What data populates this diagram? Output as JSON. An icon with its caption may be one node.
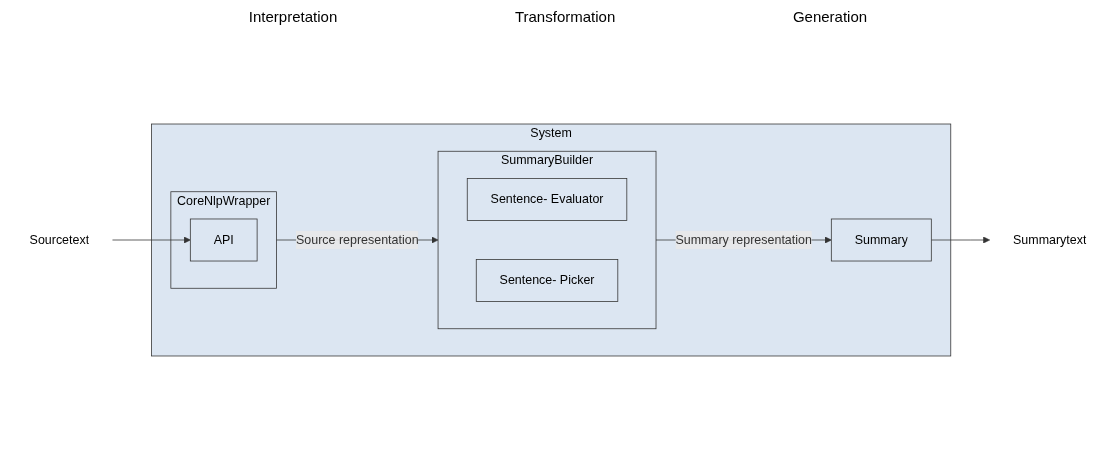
{
  "diagram": {
    "nodes": [
      {
        "text": [
          "Sourcetext"
        ]
      },
      {
        "text": [
          "System"
        ]
      },
      {
        "text": [
          "CoreNlpWrapper"
        ],
        "in": 1
      },
      {
        "text": [
          "API"
        ],
        "in": 2
      },
      {
        "text": [
          "SummaryBuilder"
        ],
        "in": 1
      },
      {
        "text": [
          "Sentence- Evaluator"
        ],
        "in": 4
      },
      {
        "text": [
          "Sentence- Picker"
        ],
        "in": 4
      },
      {
        "text": [
          "Summary"
        ],
        "in": 1
      },
      {
        "text": [
          "Summarytext"
        ]
      }
    ],
    "edges": [
      {
        "from": 0,
        "to": 3,
        "arrow": "to"
      },
      {
        "from": 2,
        "to": 4,
        "arrow": "to",
        "label": "Source representation"
      },
      {
        "from": 4,
        "to": 7,
        "arrow": "to",
        "label": "Summary representation"
      },
      {
        "from": 7,
        "to": 8,
        "arrow": "to"
      }
    ],
    "labels": [
      "Interpretation",
      "Transformation",
      "Generation"
    ]
  }
}
